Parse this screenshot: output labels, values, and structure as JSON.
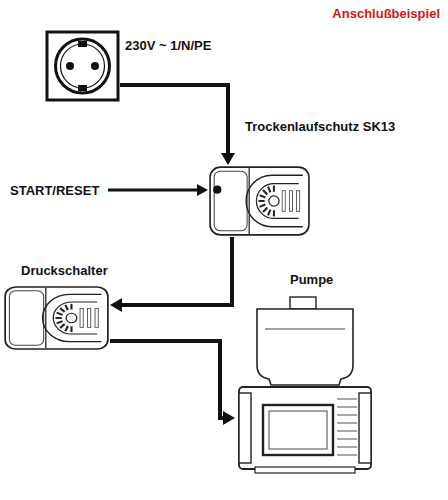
{
  "diagram": {
    "title": "Anschlußbeispiel",
    "nodes": [
      {
        "text": [
          "230V ~ 1/N/PE"
        ]
      },
      {
        "text": [
          "Trockenlaufschutz SK13"
        ]
      },
      {
        "text": [
          "Druckschalter"
        ]
      },
      {
        "text": [
          "Pumpe"
        ]
      }
    ],
    "edges": [
      {
        "from": 0,
        "to": 1,
        "arrow": "to"
      },
      {
        "from": 1,
        "to": 2,
        "arrow": "to"
      },
      {
        "from": 2,
        "to": 3,
        "arrow": "to"
      }
    ],
    "labels": [
      "START/RESET"
    ]
  }
}
